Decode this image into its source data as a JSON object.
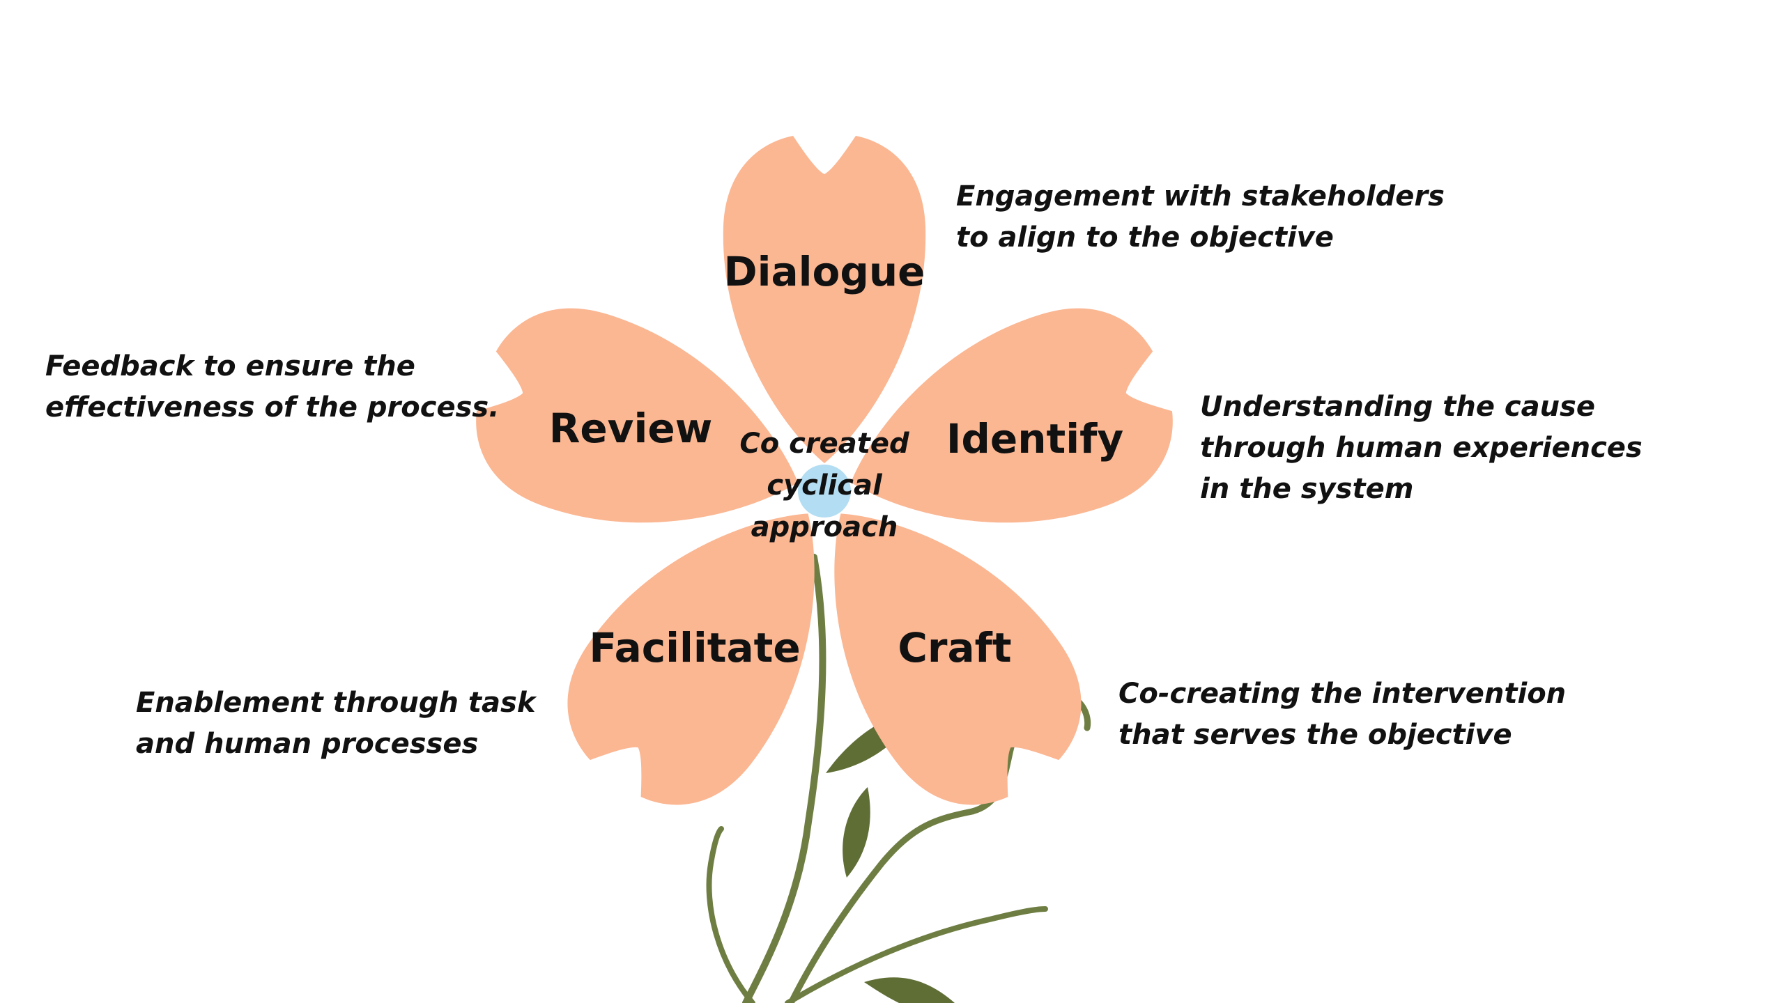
{
  "colors": {
    "petal": "#FBB692",
    "center": "#B3DDF2",
    "stem": "#6E7E43",
    "leaf": "#5F6E35",
    "text": "#111111"
  },
  "center": {
    "lines": [
      "Co created",
      "cyclical",
      "approach"
    ]
  },
  "petals": [
    {
      "label": "Dialogue"
    },
    {
      "label": "Identify"
    },
    {
      "label": "Craft"
    },
    {
      "label": "Facilitate"
    },
    {
      "label": "Review"
    }
  ],
  "descriptions": {
    "dialogue": [
      "Engagement with stakeholders",
      "to align to the objective"
    ],
    "identify": [
      "Understanding the cause",
      "through human experiences",
      "in the system"
    ],
    "craft": [
      "Co-creating the intervention",
      "that serves the objective"
    ],
    "facilitate": [
      "Enablement through task",
      "and human processes"
    ],
    "review": [
      "Feedback to ensure the",
      "effectiveness of the process."
    ]
  }
}
